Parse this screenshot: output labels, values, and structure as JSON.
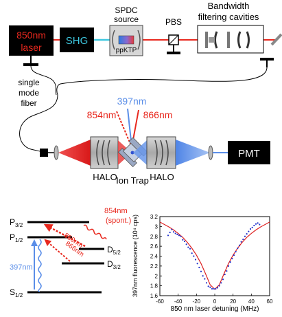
{
  "setup": {
    "laser_label_line1": "850nm",
    "laser_label_line2": "laser",
    "shg_label": "SHG",
    "spdc_label_line1": "SPDC",
    "spdc_label_line2": "source",
    "crystal_label": "ppKTP",
    "pbs_label": "PBS",
    "cavities_label_line1": "Bandwidth",
    "cavities_label_line2": "filtering cavities",
    "fiber_label_line1": "single",
    "fiber_label_line2": "mode",
    "fiber_label_line3": "fiber",
    "beam_397_label": "397nm",
    "beam_854_label": "854nm",
    "beam_866_label": "866nm",
    "halo_left_label": "HALO",
    "ion_trap_label": "Ion Trap",
    "halo_right_label": "HALO",
    "pmt_label": "PMT",
    "colors": {
      "laser_box": "#000000",
      "laser_text": "#e8281e",
      "shg_text": "#3ec8e0",
      "red_beam": "#e8281e",
      "blue_beam": "#5a8ee8",
      "cyan_beam": "#3ec8e0"
    }
  },
  "levels": {
    "p32_main": "P",
    "p32_sub": "3/2",
    "p12_main": "P",
    "p12_sub": "1/2",
    "s12_main": "S",
    "s12_sub": "1/2",
    "d52_main": "D",
    "d52_sub": "5/2",
    "d32_main": "D",
    "d32_sub": "3/2",
    "t854_line1": "854nm",
    "t854_line2": "(spont.)",
    "t850": "850nm",
    "t866": "866nm",
    "t397": "397nm"
  },
  "chart_data": {
    "type": "scatter",
    "xlabel": "850 nm laser detuning (MHz)",
    "ylabel": "397nm fluorescence (10⁴ cps)",
    "xlim": [
      -60,
      60
    ],
    "ylim": [
      1.6,
      3.2
    ],
    "xticks": [
      -60,
      -40,
      -20,
      0,
      20,
      40,
      60
    ],
    "yticks": [
      1.6,
      1.8,
      2,
      2.2,
      2.4,
      2.6,
      2.8,
      3,
      3.2
    ],
    "ytick_labels": [
      "1.6",
      "1.8",
      "2",
      "2.2",
      "2.4",
      "2.6",
      "2.8",
      "3",
      "3.2"
    ],
    "series": [
      {
        "kind": "points",
        "color": "#2233cc",
        "x": [
          -51,
          -49,
          -47,
          -45,
          -43,
          -41,
          -39,
          -37,
          -35,
          -33,
          -31,
          -29,
          -27,
          -25,
          -23,
          -21,
          -19,
          -17,
          -15,
          -13,
          -11,
          -9,
          -7,
          -5,
          -3,
          -1,
          1,
          3,
          5,
          7,
          9,
          11,
          13,
          15,
          17,
          19,
          21,
          23,
          25,
          27,
          29,
          31,
          33,
          35,
          37,
          39,
          41,
          43,
          45,
          47,
          49
        ],
        "y": [
          2.82,
          2.88,
          2.94,
          2.89,
          2.86,
          2.84,
          2.82,
          2.8,
          2.73,
          2.7,
          2.64,
          2.58,
          2.55,
          2.46,
          2.4,
          2.33,
          2.25,
          2.17,
          2.09,
          2.0,
          1.94,
          1.86,
          1.79,
          1.77,
          1.74,
          1.74,
          1.74,
          1.76,
          1.8,
          1.86,
          1.93,
          2.03,
          2.1,
          2.2,
          2.28,
          2.35,
          2.42,
          2.49,
          2.56,
          2.62,
          2.69,
          2.74,
          2.8,
          2.85,
          2.9,
          2.95,
          2.98,
          3.02,
          3.05,
          3.07,
          3.04
        ]
      },
      {
        "kind": "line",
        "color": "#dd2020",
        "x": [
          -60,
          -55,
          -50,
          -45,
          -40,
          -35,
          -30,
          -25,
          -20,
          -15,
          -10,
          -5,
          0,
          5,
          10,
          15,
          20,
          25,
          30,
          35,
          40,
          45,
          50,
          55,
          60
        ],
        "y": [
          3.09,
          3.04,
          2.99,
          2.93,
          2.86,
          2.78,
          2.68,
          2.56,
          2.42,
          2.25,
          2.04,
          1.82,
          1.73,
          1.82,
          2.04,
          2.25,
          2.42,
          2.56,
          2.68,
          2.78,
          2.86,
          2.93,
          2.99,
          3.04,
          3.09
        ]
      }
    ]
  }
}
